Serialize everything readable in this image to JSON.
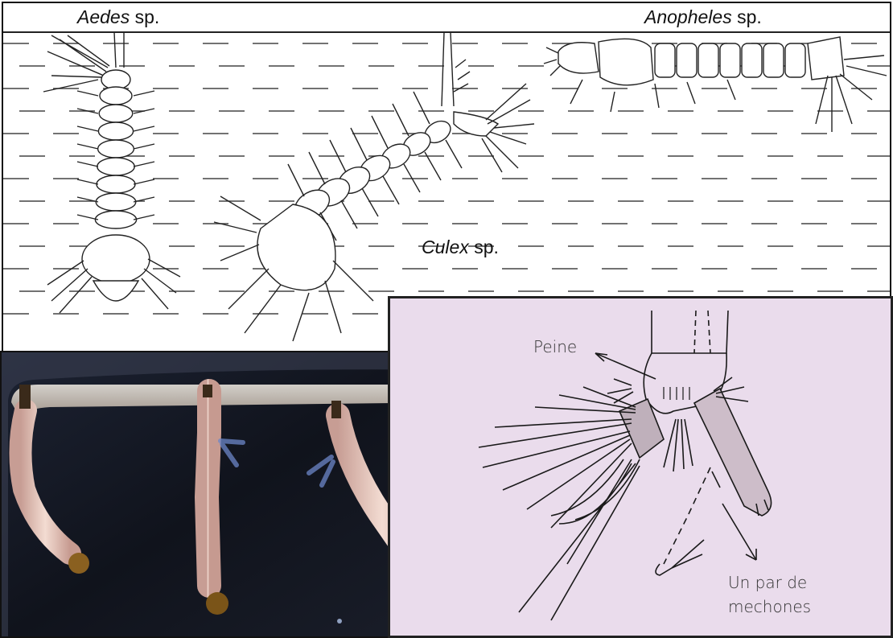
{
  "top_panel": {
    "labels": {
      "aedes_genus": "Aedes",
      "aedes_suffix": " sp.",
      "anopheles_genus": "Anopheles",
      "anopheles_suffix": " sp.",
      "culex_genus": "Culex",
      "culex_suffix": " sp."
    }
  },
  "detail_panel": {
    "peine": "Peine",
    "mechones_line1": "Un par de",
    "mechones_line2": "mechones"
  },
  "colors": {
    "water_lines": "#444444",
    "detail_background": "#eadcec",
    "photo_background": "#141824",
    "larva_body": "#e9c9c0"
  }
}
